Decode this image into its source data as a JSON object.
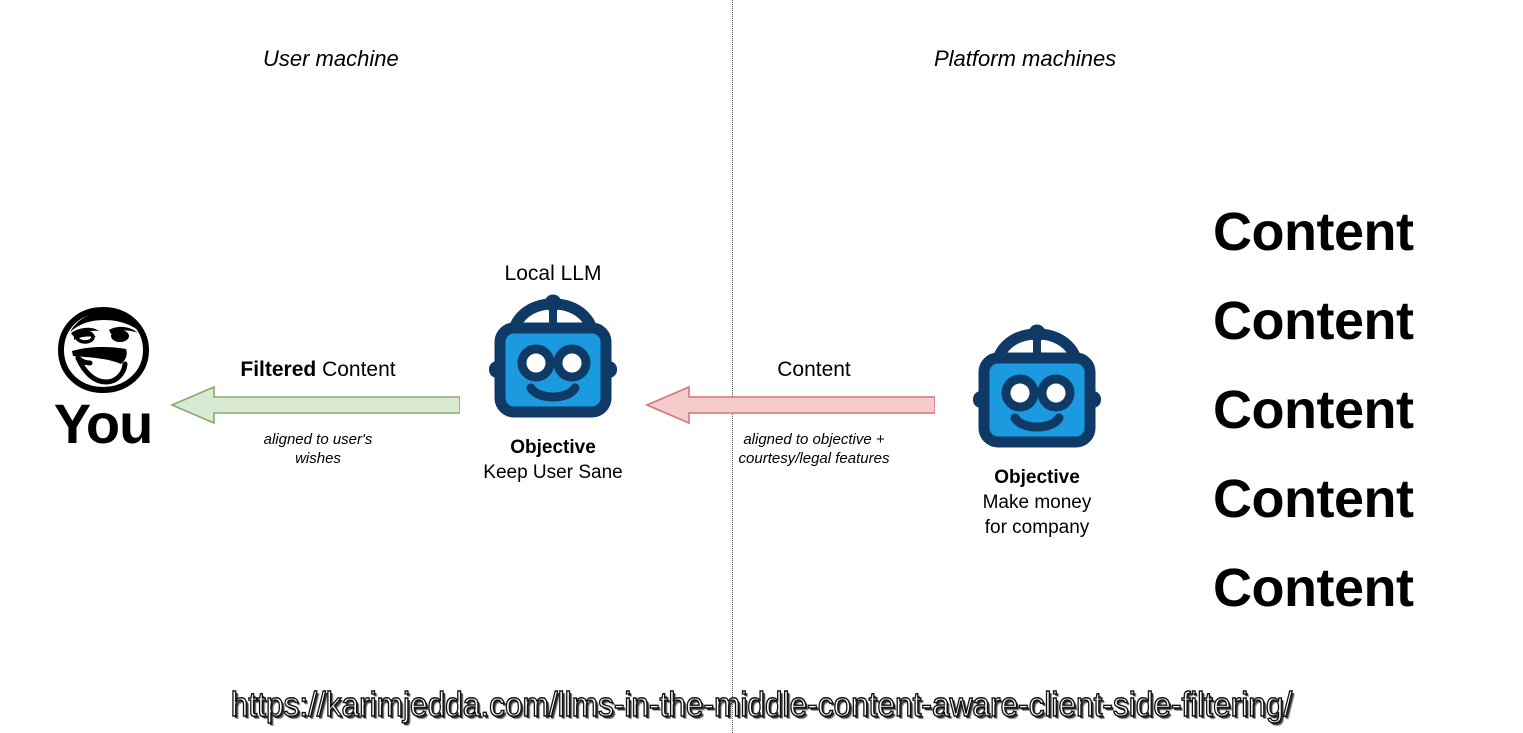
{
  "zones": {
    "left_caption": "User machine",
    "right_caption": "Platform machines"
  },
  "persona": {
    "label": "You",
    "face_icon": "lol-rage-face-icon"
  },
  "filtered_arrow": {
    "title_bold": "Filtered",
    "title_rest": " Content",
    "sub_line_1": "aligned to user's",
    "sub_line_2": "wishes",
    "fill_color": "#d9ead3",
    "stroke_color": "#8aa96b",
    "direction": "left"
  },
  "raw_arrow": {
    "title": "Content",
    "sub_line_1": "aligned to objective +",
    "sub_line_2": "courtesy/legal features",
    "fill_color": "#f4cccc",
    "stroke_color": "#d4757a",
    "direction": "left"
  },
  "local_robot": {
    "top_label": "Local LLM",
    "objective_title": "Objective",
    "objective_line_1": "Keep User Sane",
    "objective_line_2": "",
    "icon": "robot-icon",
    "body_color": "#1b9ae0",
    "outline_color": "#103a66"
  },
  "platform_robot": {
    "top_label": "",
    "objective_title": "Objective",
    "objective_line_1": "Make money",
    "objective_line_2": "for company",
    "icon": "robot-icon",
    "body_color": "#1b9ae0",
    "outline_color": "#103a66"
  },
  "content_stack": {
    "lines": [
      "Content",
      "Content",
      "Content",
      "Content",
      "Content"
    ]
  },
  "footer": {
    "url": "https://karimjedda.com/llms-in-the-middle-content-aware-client-side-filtering/"
  },
  "divider": {
    "style": "dotted",
    "color": "#555555"
  }
}
